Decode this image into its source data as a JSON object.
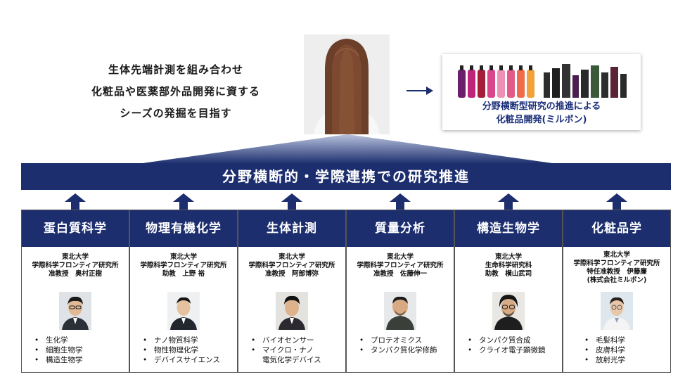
{
  "goal": {
    "lines": [
      "生体先端計測を組み合わせ",
      "化粧品や医薬部外品開発に資する",
      "シーズの発掘を目指す"
    ]
  },
  "product": {
    "caption_lines": [
      "分野横断型研究の推進による",
      "化粧品開発(ミルボン)"
    ]
  },
  "banner": "分野横断的・学際連携での研究推進",
  "colors": {
    "navy": "#1c2e6e",
    "caption_blue": "#1b2f7a"
  },
  "columns": [
    {
      "title": "蛋白質科学",
      "info": [
        "東北大学",
        "学際科学フロンティア研究所",
        "准教授　奥村正樹"
      ],
      "skills": [
        "生化学",
        "細胞生物学",
        "構造生物学"
      ]
    },
    {
      "title": "物理有機化学",
      "info": [
        "東北大学",
        "学際科学フロンティア研究所",
        "助教　上野 裕"
      ],
      "skills": [
        "ナノ物質科学",
        "物性物理化学",
        "デバイスサイエンス"
      ]
    },
    {
      "title": "生体計測",
      "info": [
        "東北大学",
        "学際科学フロンティア研究所",
        "准教授　阿部博弥"
      ],
      "skills": [
        "バイオセンサー",
        "マイクロ・ナノ",
        "電気化学デバイス"
      ]
    },
    {
      "title": "質量分析",
      "info": [
        "東北大学",
        "学際科学フロンティア研究所",
        "准教授　佐藤伸一"
      ],
      "skills": [
        "プロテオミクス",
        "タンパク質化学修飾"
      ]
    },
    {
      "title": "構造生物学",
      "info": [
        "東北大学",
        "生命科学研究科",
        "助教　横山武司"
      ],
      "skills": [
        "タンパク質合成",
        "クライオ電子顕微鏡"
      ]
    },
    {
      "title": "化粧品学",
      "info": [
        "東北大学",
        "学際科学フロンティア研究所",
        "特任准教授　伊藤廉",
        "(株式会社ミルボン)"
      ],
      "skills": [
        "毛髪科学",
        "皮膚科学",
        "放射光学"
      ]
    }
  ]
}
